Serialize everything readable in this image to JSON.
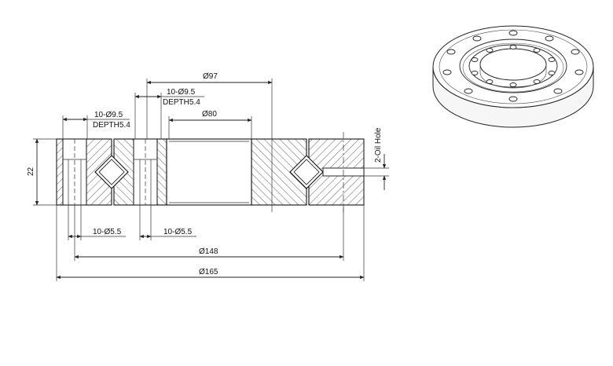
{
  "drawing": {
    "title": "",
    "dimensions": {
      "d97": "Ø97",
      "d80": "Ø80",
      "d148": "Ø148",
      "d165": "Ø165",
      "height": "22",
      "holes_top_inner": "10-Ø9.5",
      "depth_inner": "DEPTH5.4",
      "holes_top_outer": "10-Ø9.5",
      "depth_outer": "DEPTH5.4",
      "holes_bottom_outer": "10-Ø5.5",
      "holes_bottom_inner": "10-Ø5.5",
      "oil_hole": "2-Oil Hole"
    }
  }
}
